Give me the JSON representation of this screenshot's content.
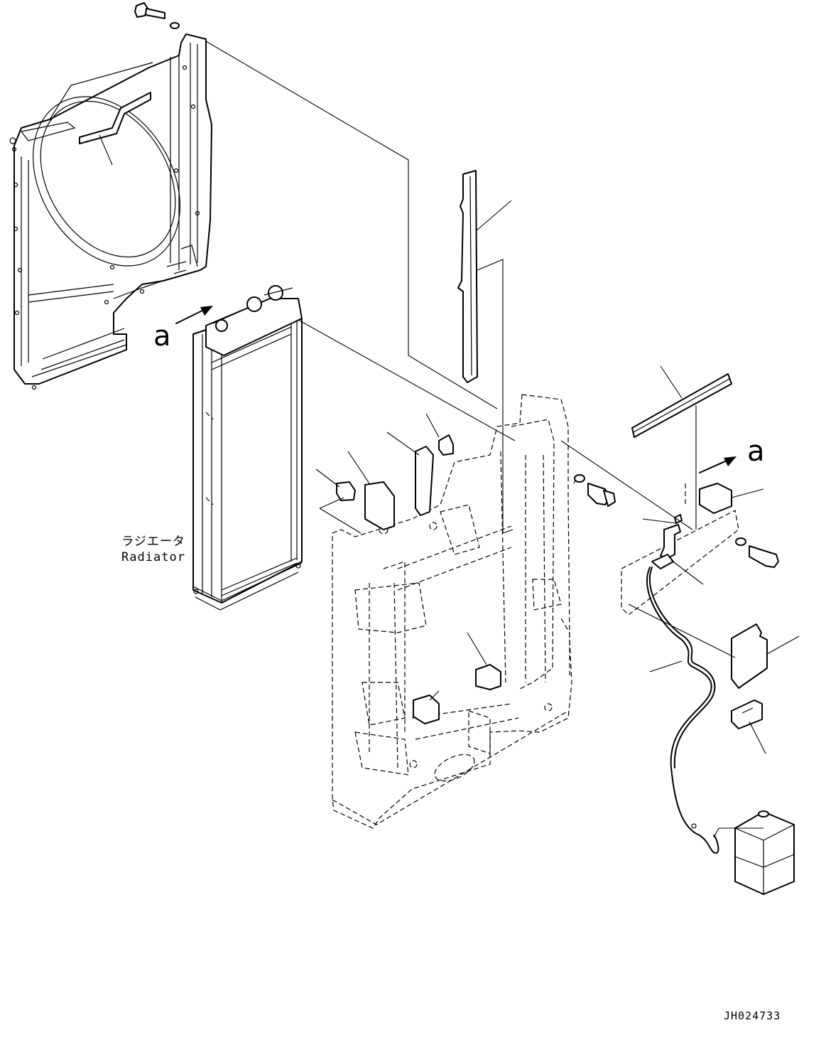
{
  "labels": {
    "view_a_left": "a",
    "view_a_right": "a",
    "radiator_jp": "ラジエータ",
    "radiator_en": "Radiator",
    "drawing_code": "JH024733"
  }
}
